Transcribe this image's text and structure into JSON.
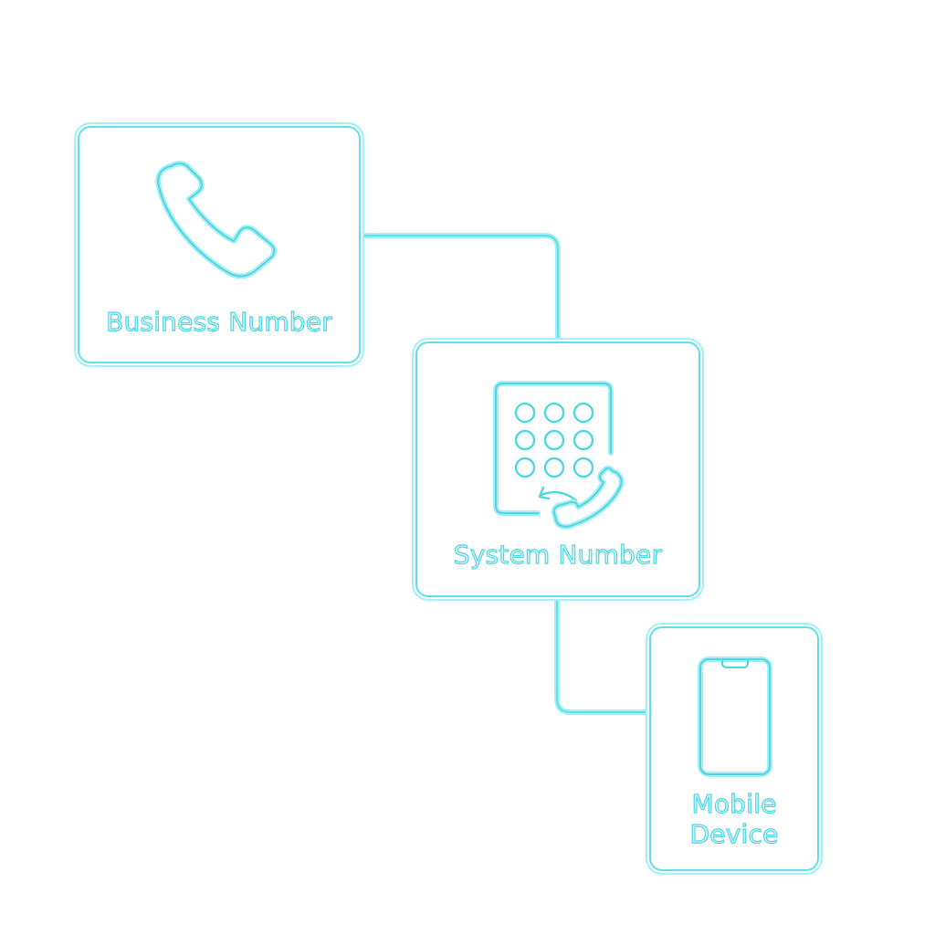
{
  "colors": {
    "accent": "#5ee0ea",
    "accent_light": "#a7eff5",
    "background": "#ffffff"
  },
  "nodes": [
    {
      "id": "business-number",
      "label": "Business Number",
      "icon": "phone-handset-icon"
    },
    {
      "id": "system-number",
      "label": "System Number",
      "icon": "keypad-call-forward-icon"
    },
    {
      "id": "mobile-device",
      "label": "Mobile\nDevice",
      "icon": "smartphone-icon"
    }
  ],
  "edges": [
    {
      "from": "business-number",
      "to": "system-number"
    },
    {
      "from": "system-number",
      "to": "mobile-device"
    }
  ]
}
